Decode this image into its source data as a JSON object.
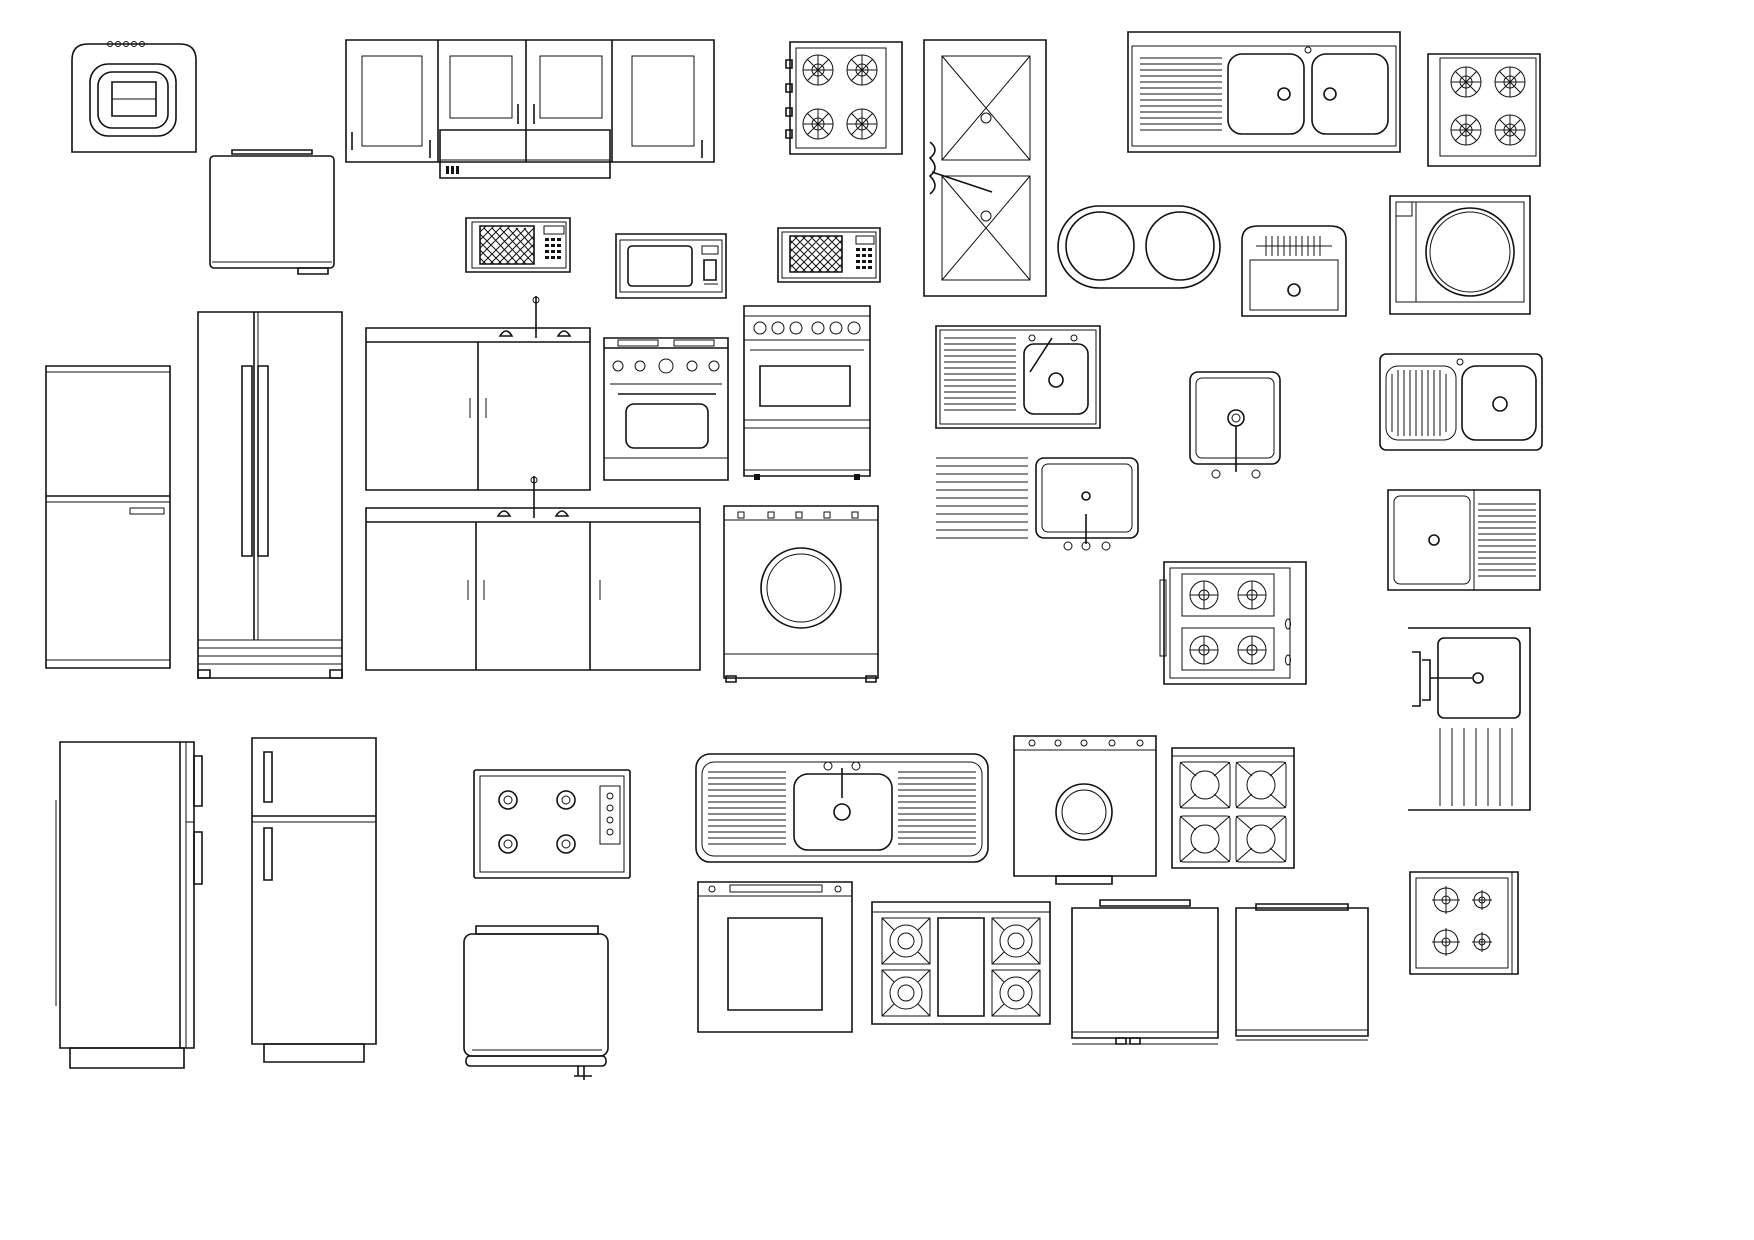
{
  "drawing": {
    "style": "line-art",
    "stroke_color": "#111111",
    "background_color": "#ffffff",
    "symbols": [
      "washing-machine-top-view",
      "wall-cabinets-with-range-hood",
      "gas-cooktop-4-burner",
      "double-bowl-sink-with-drainboard",
      "corner-sink-with-faucet",
      "gas-cooktop-4-burner",
      "small-cooler-box",
      "microwave-oven",
      "microwave-oven",
      "microwave-oven",
      "double-electric-hob",
      "single-sink-basin",
      "induction-hob-unit",
      "refrigerator-bottom-freezer",
      "side-by-side-refrigerator",
      "sink-base-cabinet-2-door",
      "kitchen-range-front",
      "kitchen-range-front",
      "sink-with-drainboard",
      "bar-sink",
      "single-sink-with-drainboard",
      "sink-base-cabinet-3-door",
      "front-load-washer",
      "sink-with-drainboard-faucets",
      "single-sink-with-drainboard",
      "gas-range-top",
      "utility-sink-with-drainboard",
      "refrigerator-side-view",
      "refrigerator-top-freezer",
      "electric-cooktop-with-controls",
      "triple-sink-with-drainboards",
      "front-load-washer",
      "gas-cooktop-4-burner",
      "wall-oven",
      "range-top-with-griddle",
      "dishwasher",
      "dishwasher",
      "gas-cooktop-small",
      "trash-bin"
    ]
  }
}
